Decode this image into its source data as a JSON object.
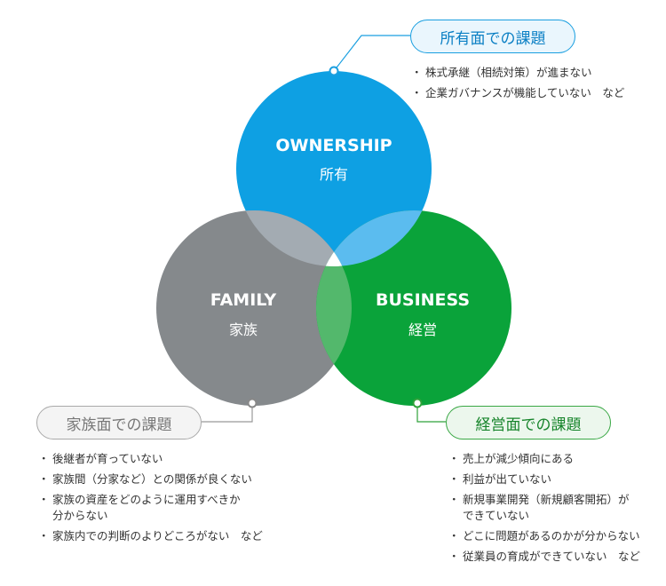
{
  "circles": {
    "ownership": {
      "en": "OWNERSHIP",
      "ja": "所有",
      "color": "#0ea0e3"
    },
    "family": {
      "en": "FAMILY",
      "ja": "家族",
      "color": "#85898c"
    },
    "business": {
      "en": "BUSINESS",
      "ja": "経営",
      "color": "#0aa33a"
    }
  },
  "overlaps": {
    "ownership_family": "#a3abb2",
    "ownership_business": "#5bbcef",
    "family_business": "#53b86c"
  },
  "callouts": {
    "ownership": {
      "title": "所有面での課題",
      "items": [
        "株式承継（相続対策）が進まない",
        "企業ガバナンスが機能していない　など"
      ]
    },
    "family": {
      "title": "家族面での課題",
      "items": [
        "後継者が育っていない",
        "家族間（分家など）との関係が良くない",
        "家族の資産をどのように運用すべきか\n分からない",
        "家族内での判断のよりどころがない　など"
      ]
    },
    "business": {
      "title": "経営面での課題",
      "items": [
        "売上が減少傾向にある",
        "利益が出ていない",
        "新規事業開発（新規顧客開拓）が\nできていない",
        "どこに問題があるのかが分からない",
        "従業員の育成ができていない　など"
      ]
    }
  }
}
